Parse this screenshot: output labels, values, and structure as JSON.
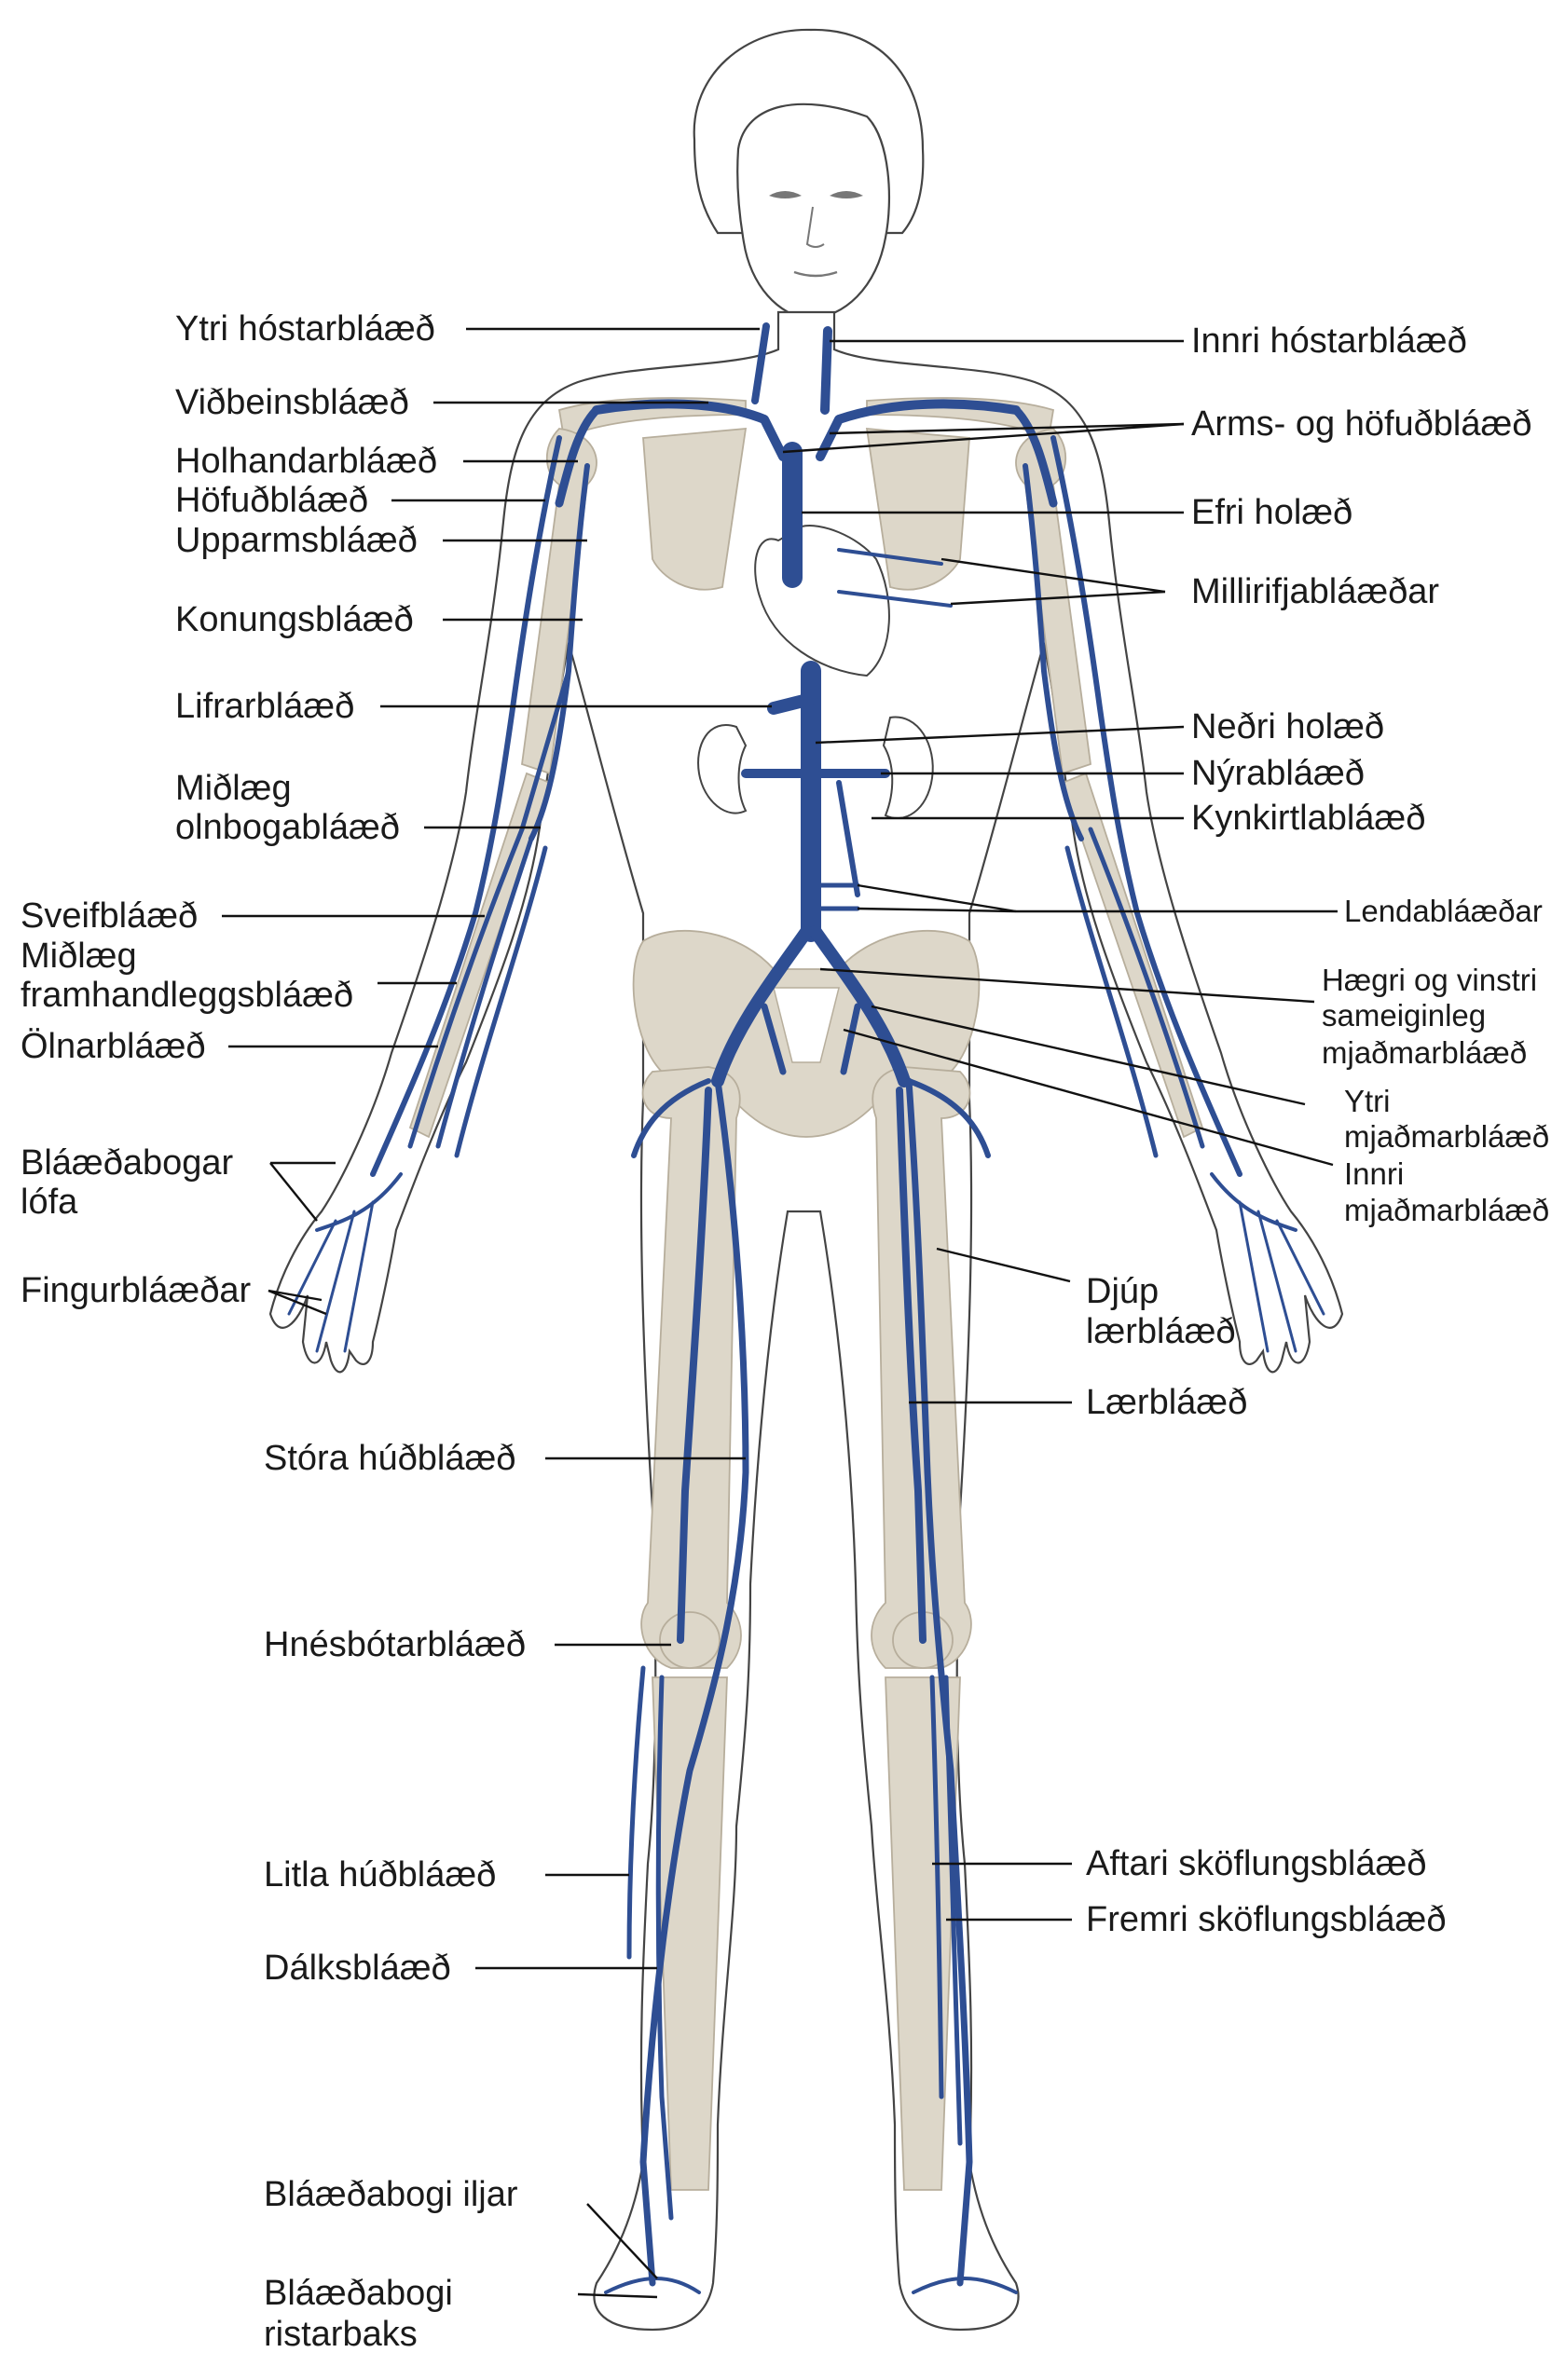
{
  "labels": {
    "ytri_hostarblaed": "Ytri hóstarbláæð",
    "vidbeinsblaed": "Viðbeinsbláæð",
    "holhandarblaed": "Holhandarbláæð",
    "hofudblaed": "Höfuðbláæð",
    "upparmsblaed": "Upparmsbláæð",
    "konungsblaed": "Konungsbláæð",
    "lifrarblaed": "Lifrarbláæð",
    "midlaeg_olnboga_1": "Miðlæg",
    "midlaeg_olnboga_2": "olnbogabláæð",
    "sveifblaed": "Sveifbláæð",
    "midlaeg_framhand_1": "Miðlæg",
    "midlaeg_framhand_2": "framhandleggsbláæð",
    "olnarblaed": "Ölnarbláæð",
    "blaedabogar_lofa_1": "Bláæðabogar",
    "blaedabogar_lofa_2": "lófa",
    "fingurblaedar": "Fingurbláæðar",
    "stora_hudblaed": "Stóra húðbláæð",
    "hnesbotarblaed": "Hnésbótarbláæð",
    "litla_hudblaed": "Litla húðbláæð",
    "dalksblaed": "Dálksbláæð",
    "blaedabogi_iljar": "Bláæðabogi iljar",
    "blaedabogi_ristarbaks_1": "Bláæðabogi",
    "blaedabogi_ristarbaks_2": "ristarbaks",
    "innri_hostarblaed": "Innri hóstarbláæð",
    "arms_hofudblaed": "Arms- og höfuðbláæð",
    "efri_holaed": "Efri holæð",
    "millirifjablaedar": "Millirifjabláæðar",
    "nedri_holaed": "Neðri holæð",
    "nyrablaed": "Nýrabláæð",
    "kynkirtlablaed": "Kynkirtlabláæð",
    "lendablaedar": "Lendabláæðar",
    "haegri_vinstri_1": "Hægri og vinstri",
    "haegri_vinstri_2": "sameiginleg",
    "haegri_vinstri_3": "mjaðmarbláæð",
    "ytri_mjadmar_1": "Ytri",
    "ytri_mjadmar_2": "mjaðmarbláæð",
    "innri_mjadmar_1": "Innri",
    "innri_mjadmar_2": "mjaðmarbláæð",
    "djup_laerblaed_1": "Djúp",
    "djup_laerblaed_2": "lærbláæð",
    "laerblaed": "Lærbláæð",
    "aftari_skoflungsblaed": "Aftari sköflungsbláæð",
    "fremri_skoflungsblaed": "Fremri sköflungsbláæð"
  },
  "colors": {
    "vein": "#2e4e93",
    "bone": "#ddd7c9",
    "outline": "#444444",
    "text": "#1a1a1a"
  }
}
